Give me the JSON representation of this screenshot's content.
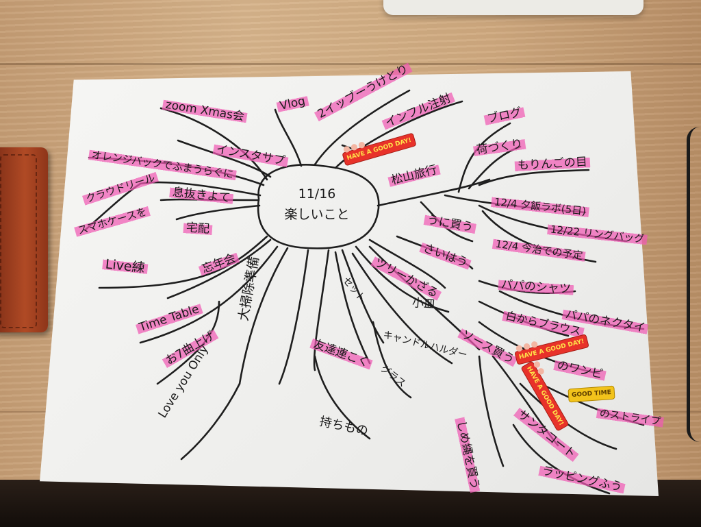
{
  "center": {
    "date": "11/16",
    "title": "楽しいこと"
  },
  "labels": [
    {
      "id": "zoom-xmas",
      "text": "zoom Xmas会",
      "hl": true
    },
    {
      "id": "cheer",
      "text": "オレンジバックでふまうらぐに",
      "hl": true
    },
    {
      "id": "instagram",
      "text": "インスタサプ",
      "hl": true
    },
    {
      "id": "clowing",
      "text": "クラウドリール",
      "hl": true
    },
    {
      "id": "phone-case",
      "text": "スマホケースを",
      "hl": true
    },
    {
      "id": "kanji1",
      "text": "息抜きよて",
      "hl": true
    },
    {
      "id": "kanji2",
      "text": "宅配",
      "hl": true
    },
    {
      "id": "vlog",
      "text": "Vlog",
      "hl": true
    },
    {
      "id": "two-leaders",
      "text": "2イッブーうけとり",
      "hl": true
    },
    {
      "id": "influ",
      "text": "インフル注射",
      "hl": true
    },
    {
      "id": "blog",
      "text": "ブログ",
      "hl": true
    },
    {
      "id": "packing",
      "text": "荷づくり",
      "hl": true
    },
    {
      "id": "drink",
      "text": "もりんごの目",
      "hl": true
    },
    {
      "id": "trip",
      "text": "松山旅行",
      "hl": true
    },
    {
      "id": "dinner",
      "text": "12/4 夕飯ラボ(5日)",
      "hl": true
    },
    {
      "id": "buy",
      "text": "うに買う",
      "hl": true
    },
    {
      "id": "dec22",
      "text": "12/22 リングバッグ",
      "hl": true
    },
    {
      "id": "plan",
      "text": "12/4 今治での予定",
      "hl": true
    },
    {
      "id": "cake",
      "text": "ツリーかざる",
      "hl": true
    },
    {
      "id": "saigo",
      "text": "さいはう",
      "hl": true
    },
    {
      "id": "live",
      "text": "Live練",
      "hl": true
    },
    {
      "id": "bounenkai",
      "text": "忘年会",
      "hl": true
    },
    {
      "id": "timetable",
      "text": "Time Table",
      "hl": true
    },
    {
      "id": "sushi",
      "text": "お7曲上げ",
      "hl": true
    },
    {
      "id": "papa-shirt",
      "text": "パパのシャツ",
      "hl": true
    },
    {
      "id": "papa-tie",
      "text": "パパのネクタイ",
      "hl": true
    },
    {
      "id": "blouse",
      "text": "白からブラウス",
      "hl": true
    },
    {
      "id": "onepiece",
      "text": "のワンピ",
      "hl": true
    },
    {
      "id": "sauce",
      "text": "ソース買う",
      "hl": true
    },
    {
      "id": "tomodachi",
      "text": "友達連こく",
      "hl": true
    },
    {
      "id": "sleep",
      "text": "しめ縄を買う",
      "hl": true
    },
    {
      "id": "present",
      "text": "サンタコート",
      "hl": true
    },
    {
      "id": "stripe",
      "text": "のストライプ",
      "hl": true
    },
    {
      "id": "wrap",
      "text": "ラッピングふう",
      "hl": true
    },
    {
      "id": "kotenaii",
      "text": "大掃除準備",
      "hl": false
    },
    {
      "id": "set",
      "text": "セット",
      "hl": false
    },
    {
      "id": "kozara",
      "text": "小皿",
      "hl": false
    },
    {
      "id": "candle",
      "text": "キャンドルハルダー",
      "hl": false
    },
    {
      "id": "glass",
      "text": "グラス",
      "hl": false
    },
    {
      "id": "mochi",
      "text": "持ちもの",
      "hl": false
    },
    {
      "id": "love",
      "text": "Love you Only",
      "hl": false
    }
  ],
  "stickers": [
    {
      "id": "sticker-1",
      "text": "HAVE A GOOD DAY!"
    },
    {
      "id": "sticker-2",
      "text": "HAVE A GOOD DAY!"
    },
    {
      "id": "sticker-3",
      "text": "HAVE A GOOD DAY!"
    },
    {
      "id": "sticker-4",
      "text": "GOOD TIME"
    }
  ],
  "colors": {
    "highlighter": "#f05ab4",
    "ink": "#1a1a1a",
    "paper": "#f2f2f0",
    "desk": "#cfa97f"
  }
}
